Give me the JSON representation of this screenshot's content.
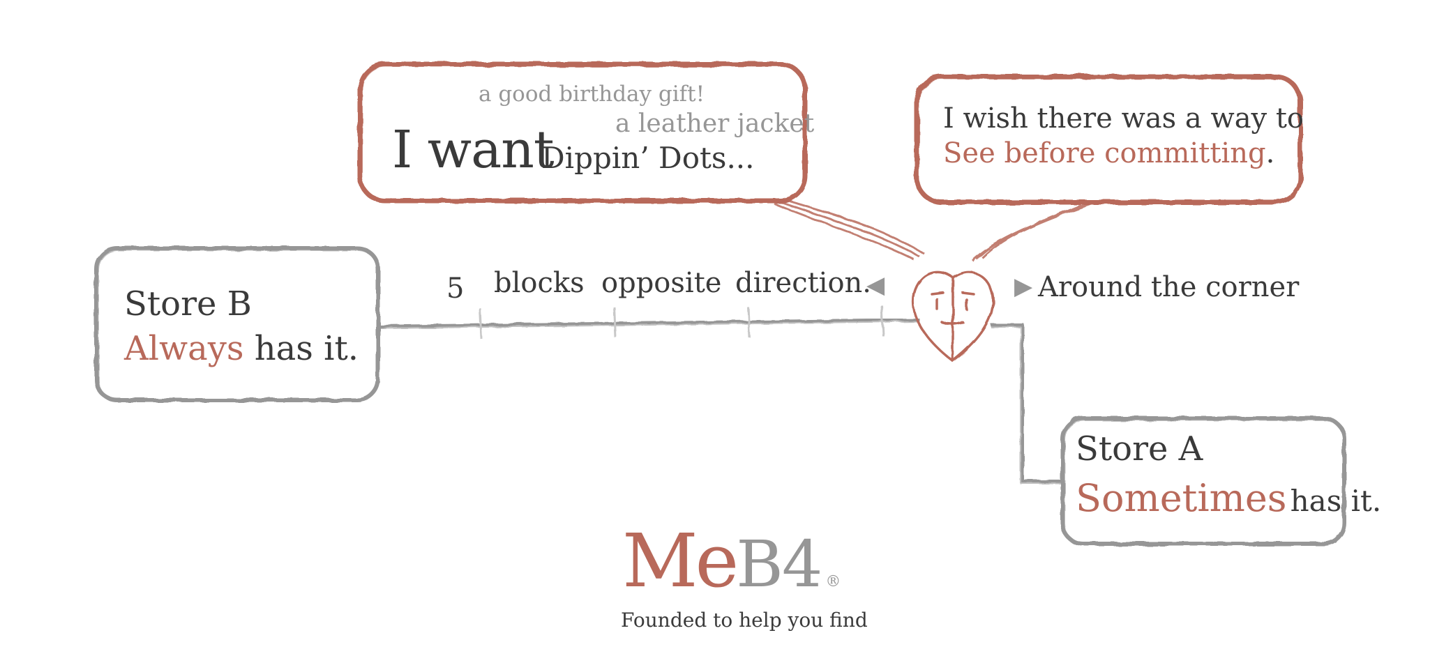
{
  "colors": {
    "accent": "#b8695a",
    "grey": "#969696",
    "dark": "#3a3a3a",
    "faint": "#c8c8c8"
  },
  "want_bubble": {
    "thought_1": "a good birthday gift!",
    "thought_2": "a leather jacket",
    "main": "I want",
    "object": "Dippin’ Dots..."
  },
  "wish_bubble": {
    "line_1": "I wish there was a way to",
    "highlight": "See before committing",
    "end_punct": "."
  },
  "route_left": {
    "count": "5",
    "word_1": "blocks",
    "word_2": "opposite",
    "word_3": "direction.",
    "arrow": "◀"
  },
  "route_right": {
    "arrow": "▶",
    "label": "Around the corner"
  },
  "person_icon": "face-leaf-icon",
  "store_b": {
    "name": "Store B",
    "highlight": "Always",
    "rest": "has it."
  },
  "store_a": {
    "name": "Store A",
    "highlight": "Sometimes",
    "rest": "has it."
  },
  "logo": {
    "me": "Me",
    "b4": "B4",
    "registered": "®",
    "tagline": "Founded to help you find"
  }
}
